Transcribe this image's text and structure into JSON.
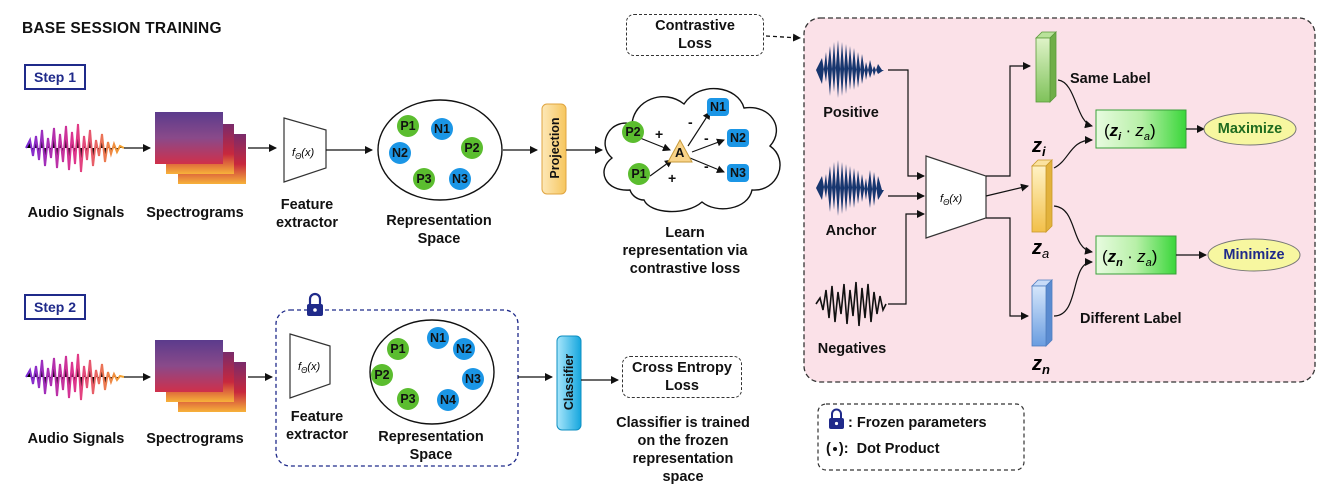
{
  "title": "BASE SESSION TRAINING",
  "step1": {
    "label": "Step 1",
    "audio": "Audio Signals",
    "spectrograms": "Spectrograms",
    "feature_extractor": "Feature\nextractor",
    "rep_space": "Representation\nSpace",
    "projection": "Projection",
    "learn": "Learn\nrepresentation via\ncontrastive loss",
    "anchor": "A",
    "nodes": [
      "P1",
      "N1",
      "N2",
      "P2",
      "P3",
      "N3"
    ],
    "cloud_nodes": [
      "P2",
      "P1",
      "N1",
      "N2",
      "N3"
    ],
    "signs": [
      "+",
      "+",
      "-",
      "-",
      "-"
    ]
  },
  "step2": {
    "label": "Step 2",
    "audio": "Audio Signals",
    "spectrograms": "Spectrograms",
    "feature_extractor": "Feature\nextractor",
    "rep_space": "Representation\nSpace",
    "classifier": "Classifier",
    "loss": "Cross Entropy\nLoss",
    "note": "Classifier is trained\non the frozen\nrepresentation\nspace",
    "nodes": [
      "N1",
      "P1",
      "N2",
      "P2",
      "N3",
      "P3",
      "N4"
    ]
  },
  "contrastive": {
    "loss_label": "Contrastive\nLoss",
    "positive": "Positive",
    "anchor": "Anchor",
    "negatives": "Negatives",
    "same_label": "Same Label",
    "different_label": "Different Label",
    "maximize": "Maximize",
    "minimize": "Minimize"
  },
  "legend": {
    "frozen": ": Frozen parameters",
    "dot": "(  ):  Dot Product"
  },
  "colors": {
    "positive_node": "#5bbd2f",
    "negative_node": "#1b96e6",
    "step_border": "#1f2a8a",
    "contrastive_bg": "#fbe1e8",
    "projection": "#f9d48a",
    "classifier": "#1fc0ef",
    "maximize_text": "#1f6b1f",
    "minimize_text": "#1f2a8a",
    "ellipse_fill": "#f7f7a0"
  },
  "icons": [
    "lock-icon",
    "waveform-icon",
    "spectrogram-icon",
    "trapezoid-encoder-icon"
  ]
}
